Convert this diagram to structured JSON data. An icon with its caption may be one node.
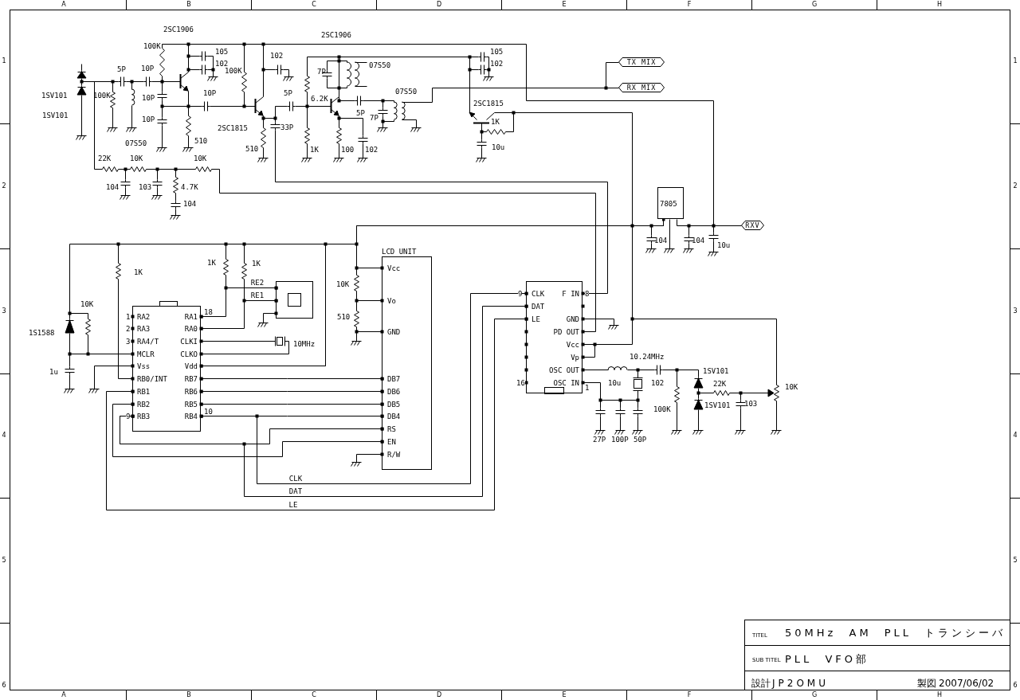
{
  "diagram": {
    "nodes": [
      {
        "text": [
          "RA2",
          "RA3",
          "RA4/T",
          "MCLR",
          "Vss",
          "RB0/INT",
          "RB1",
          "RB2",
          "RB3",
          "RA1",
          "RA0",
          "CLKI",
          "CLKO",
          "Vdd",
          "RB7",
          "RB6",
          "RB5",
          "RB4"
        ],
        "beside": [
          "1",
          "2",
          "3",
          "9",
          "18",
          "10"
        ]
      },
      {
        "text": [
          "LCD UNIT",
          "Vcc",
          "Vo",
          "GND",
          "DB7",
          "DB6",
          "DB5",
          "DB4",
          "RS",
          "EN",
          "R/W"
        ]
      },
      {
        "text": [
          "CLK",
          "DAT",
          "LE",
          "F IN",
          "GND",
          "PD OUT",
          "Vcc",
          "Vp",
          "OSC OUT",
          "OSC IN"
        ],
        "beside": [
          "9",
          "8",
          "16",
          "1"
        ]
      },
      {
        "text": [
          "7805"
        ]
      },
      {
        "text": [
          "TX MIX"
        ]
      },
      {
        "text": [
          "RX MIX"
        ]
      },
      {
        "text": [
          "RXV"
        ]
      },
      {
        "text": [],
        "shape": "box"
      },
      {
        "text": [
          "TITEL",
          "50MHz AM PLL トランシーバ",
          "SUB TITEL",
          "PLL VFO部",
          "設計",
          "JP2OMU",
          "製図",
          "2007/06/02"
        ]
      }
    ],
    "edges": [
      {
        "from": 0,
        "to": 1,
        "arrow": "other"
      },
      {
        "from": 0,
        "to": 1,
        "arrow": "other"
      },
      {
        "from": 0,
        "to": 1,
        "arrow": "other"
      },
      {
        "from": 0,
        "to": 1,
        "arrow": "other"
      },
      {
        "from": 0,
        "to": 1,
        "arrow": "other"
      },
      {
        "from": 0,
        "to": 1,
        "arrow": "other"
      },
      {
        "from": 0,
        "to": 2,
        "arrow": "other",
        "label": "CLK"
      },
      {
        "from": 0,
        "to": 2,
        "arrow": "other",
        "label": "DAT"
      },
      {
        "from": 0,
        "to": 2,
        "arrow": "other",
        "label": "LE"
      },
      {
        "from": 0,
        "to": 7,
        "arrow": "other",
        "label": "RE2"
      },
      {
        "from": 0,
        "to": 7,
        "arrow": "other",
        "label": "RE1"
      },
      {
        "from": 3,
        "to": 6,
        "arrow": "none"
      },
      {
        "from": 0,
        "to": 3,
        "arrow": "other"
      },
      {
        "from": 5,
        "to": 4,
        "arrow": "none"
      }
    ],
    "labels": [
      "2SC1906",
      "2SC1906",
      "100K",
      "105",
      "102",
      "105",
      "102",
      "07S50",
      "102",
      "5P",
      "10P",
      "100K",
      "7P",
      "1SV101",
      "100K",
      "10P",
      "10P",
      "5P",
      "6.2K",
      "07S50",
      "2SC1815",
      "1SV101",
      "10P",
      "5P",
      "7P",
      "1K",
      "2SC1815",
      "33P",
      "07S50",
      "510",
      "510",
      "1K",
      "100",
      "102",
      "10u",
      "22K",
      "10K",
      "10K",
      "104",
      "103",
      "4.7K",
      "104",
      "104",
      "104",
      "10u",
      "1K",
      "1K",
      "1K",
      "10K",
      "1S1588",
      "1u",
      "10MHz",
      "10K",
      "510",
      "10.24MHz",
      "1SV101",
      "22K",
      "10K",
      "10u",
      "102",
      "100K",
      "1SV101",
      "103",
      "27P",
      "100P",
      "50P",
      "A",
      "B",
      "C",
      "D",
      "E",
      "F",
      "G",
      "H",
      "A",
      "B",
      "C",
      "D",
      "E",
      "F",
      "G",
      "H",
      "1",
      "2",
      "3",
      "4",
      "5",
      "6",
      "1",
      "2",
      "3",
      "4",
      "5",
      "6"
    ]
  }
}
